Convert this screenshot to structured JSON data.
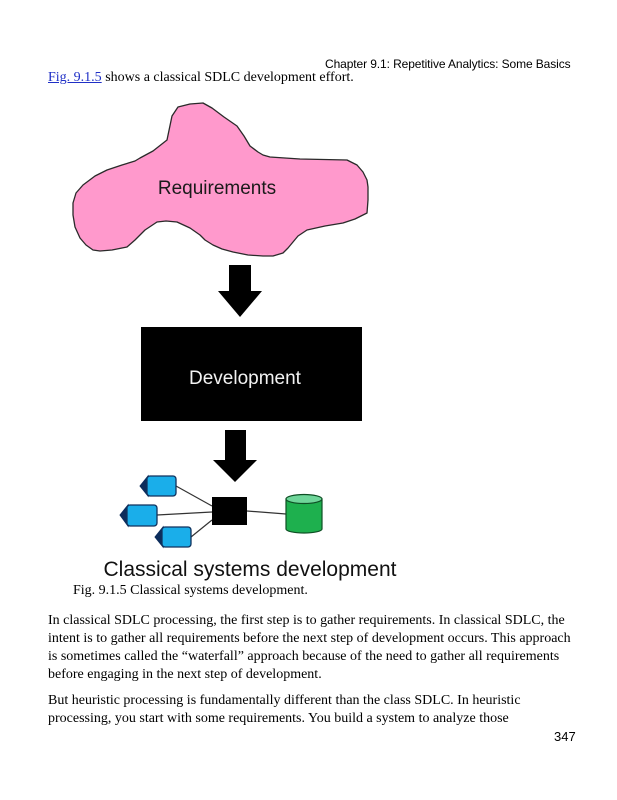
{
  "header": {
    "running_title": "Chapter 9.1: Repetitive Analytics: Some Basics"
  },
  "intro": {
    "link_text": "Fig. 9.1.5",
    "text": " shows a classical SDLC development effort."
  },
  "figure": {
    "requirements_label": "Requirements",
    "development_label": "Development",
    "title": "Classical systems development",
    "caption": "Fig. 9.1.5 Classical systems development.",
    "colors": {
      "requirements_fill": "#ff99cc",
      "development_fill": "#000000",
      "terminal_fill": "#1aaeea",
      "terminal_tip": "#0d2d5c",
      "database_body": "#1eb04e",
      "database_top": "#6fd69a",
      "hub_fill": "#000000"
    }
  },
  "body": {
    "paragraphs": [
      "In classical SDLC processing, the first step is to gather requirements. In classical SDLC, the intent is to gather all requirements before the next step of development occurs. This approach is sometimes called the “waterfall” approach because of the need to gather all requirements before engaging in the next step of development.",
      "But heuristic processing is fundamentally different than the class SDLC. In heuristic processing, you start with some requirements. You build a system to analyze those"
    ]
  },
  "footer": {
    "page_number": "347"
  }
}
